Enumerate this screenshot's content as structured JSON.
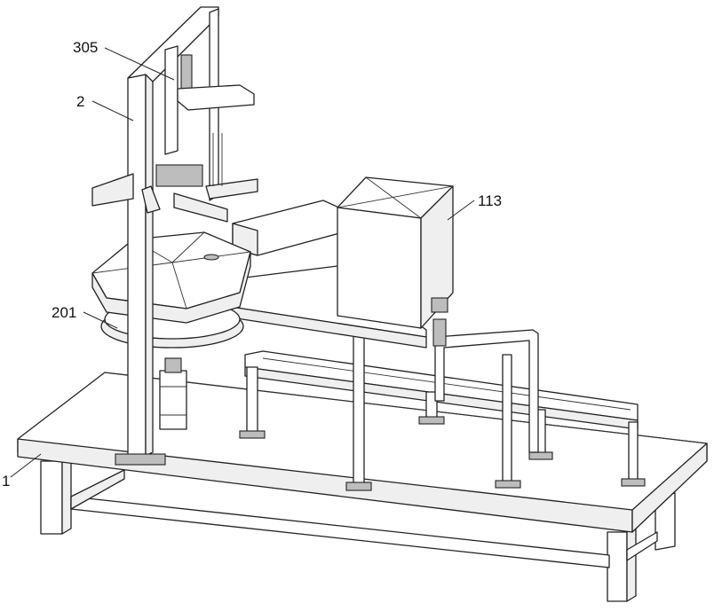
{
  "labels": {
    "l305": "305",
    "l2": "2",
    "l113": "113",
    "l201": "201",
    "l1": "1"
  }
}
